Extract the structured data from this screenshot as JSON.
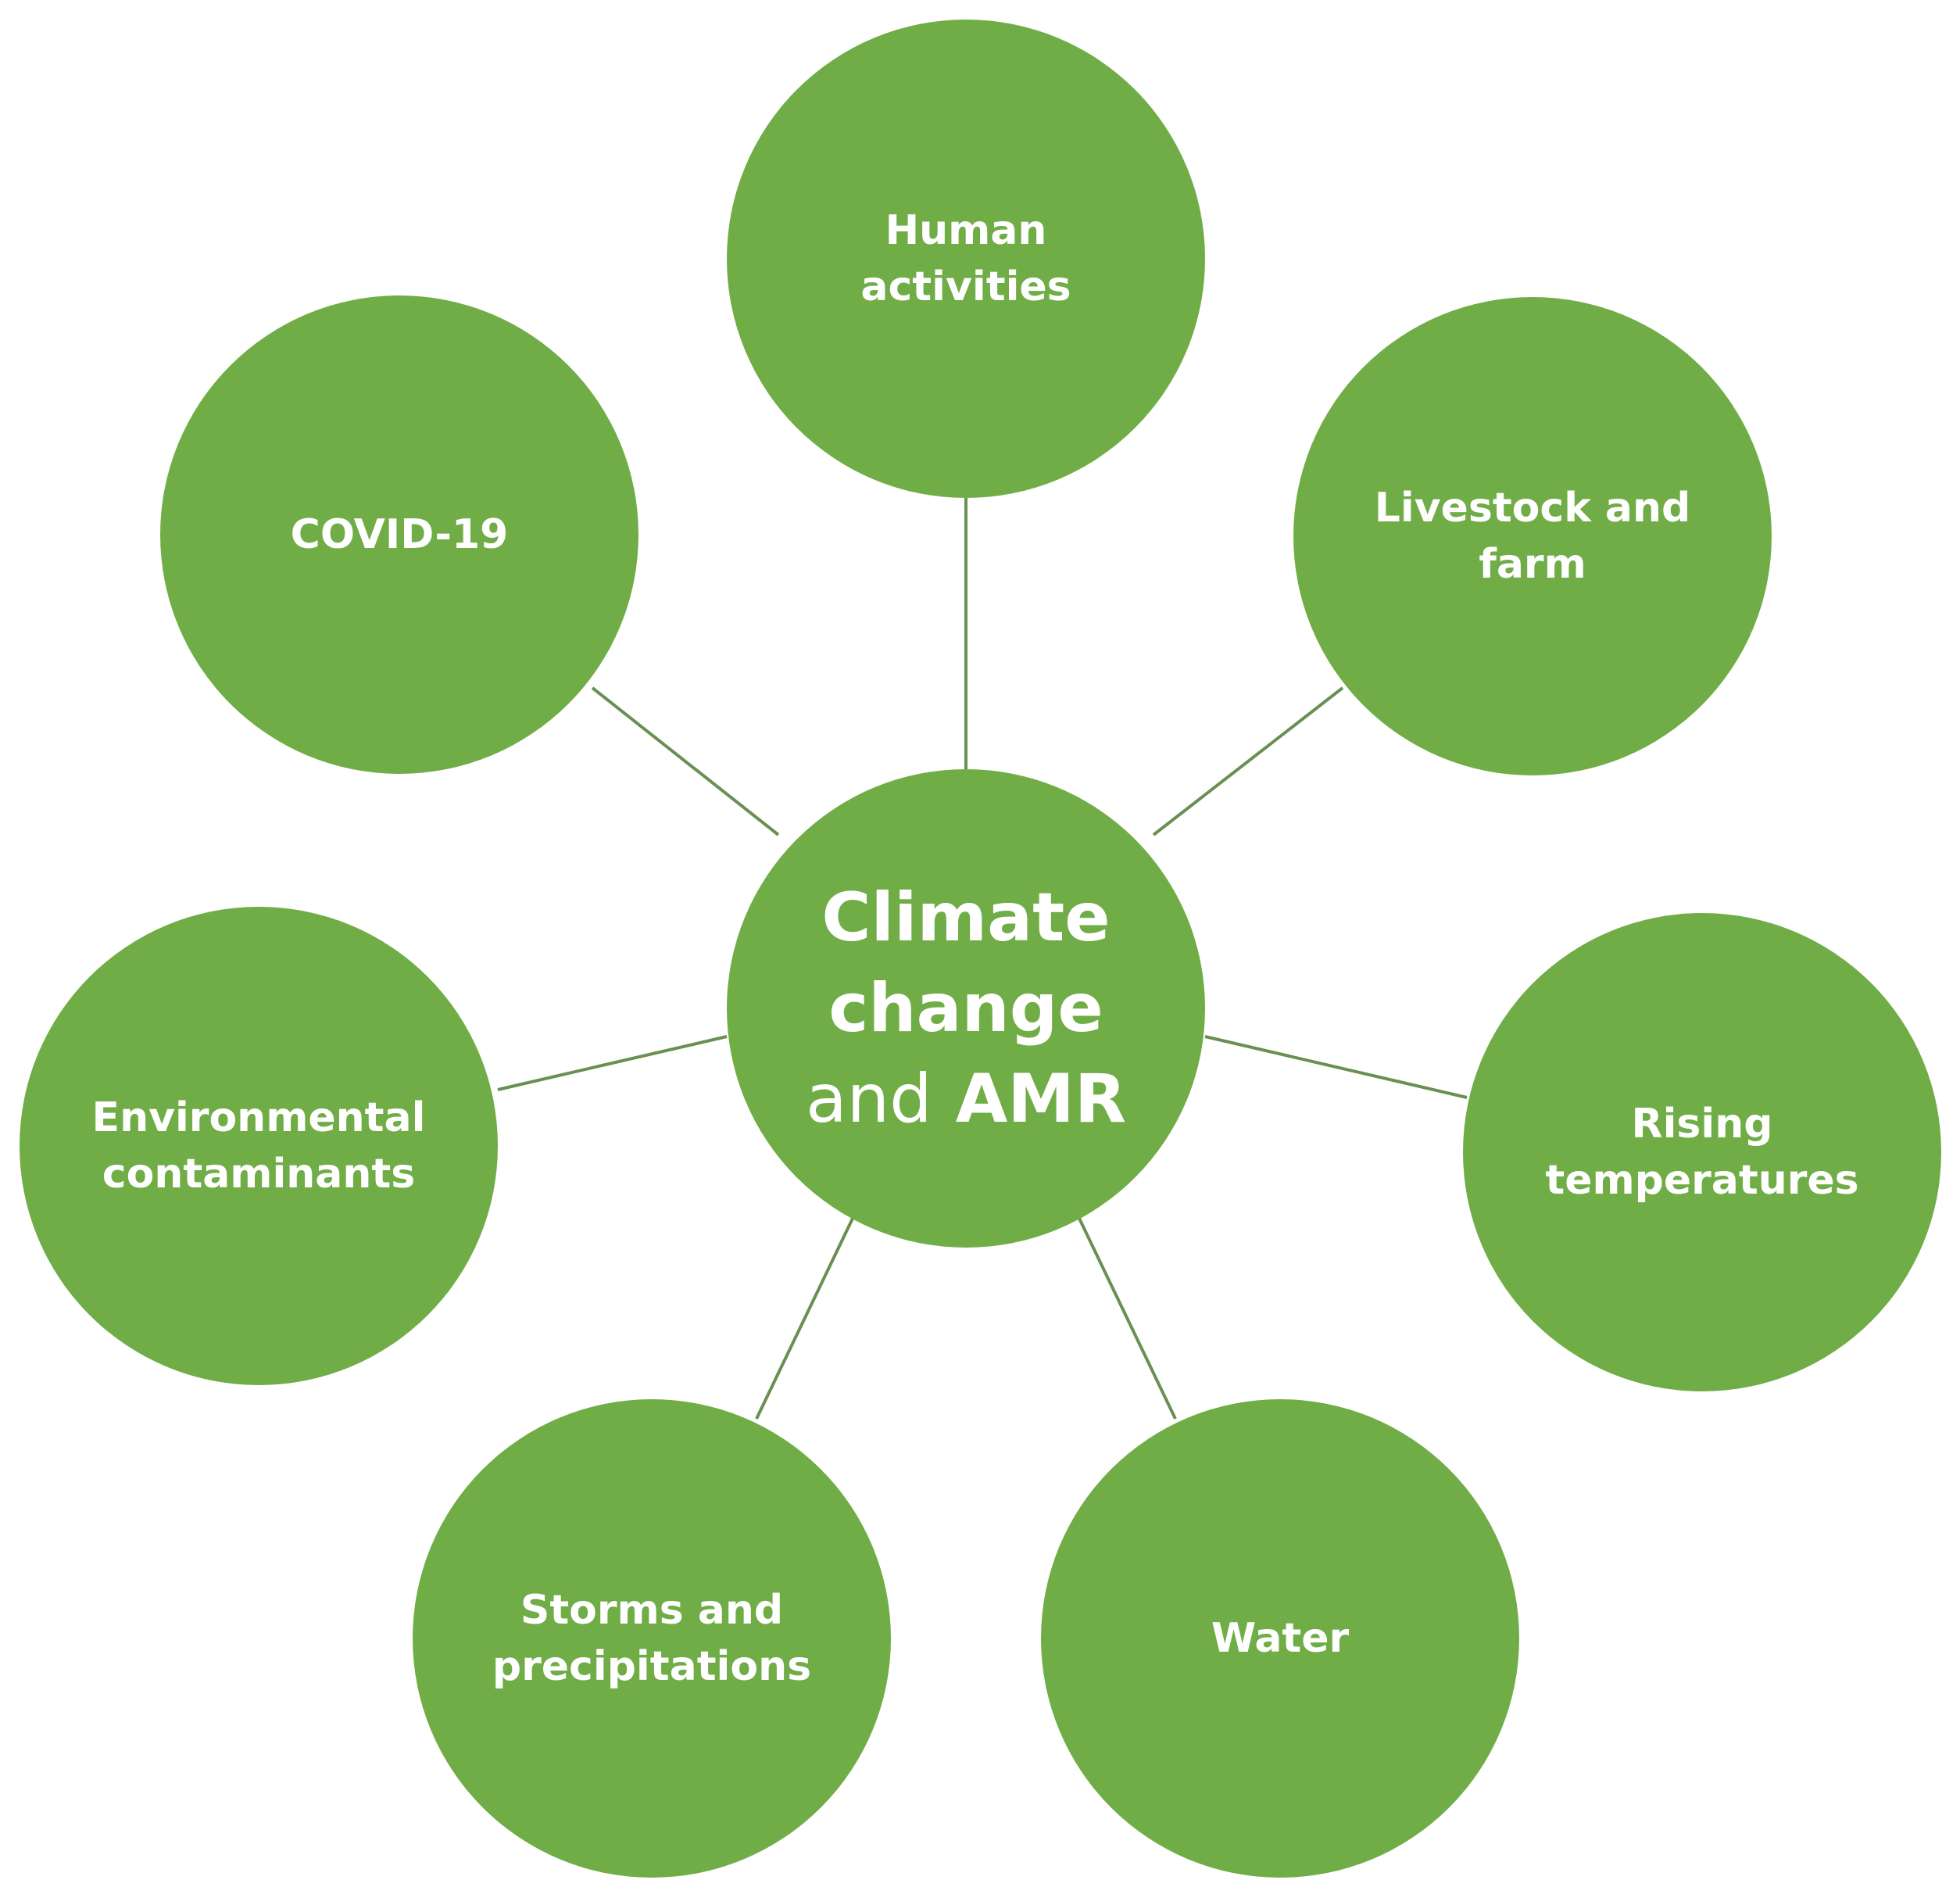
{
  "center": {
    "line1": "Climate",
    "line2": "change",
    "line3_light": "and",
    "line3_bold": "AMR"
  },
  "nodes": {
    "human": {
      "line1": "Human",
      "line2": "activities"
    },
    "livestock": {
      "line1": "Livestock and",
      "line2": "farm"
    },
    "covid": {
      "line1": "COVID-19"
    },
    "environmental": {
      "line1": "Environmental",
      "line2": "contaminants"
    },
    "rising": {
      "line1": "Rising",
      "line2": "temperatures"
    },
    "storms": {
      "line1": "Storms and",
      "line2": "precipitations"
    },
    "water": {
      "line1": "Water"
    }
  },
  "colors": {
    "node_fill": "#70ad47",
    "connector": "#6a8f52",
    "text": "#ffffff",
    "background": "#ffffff"
  }
}
